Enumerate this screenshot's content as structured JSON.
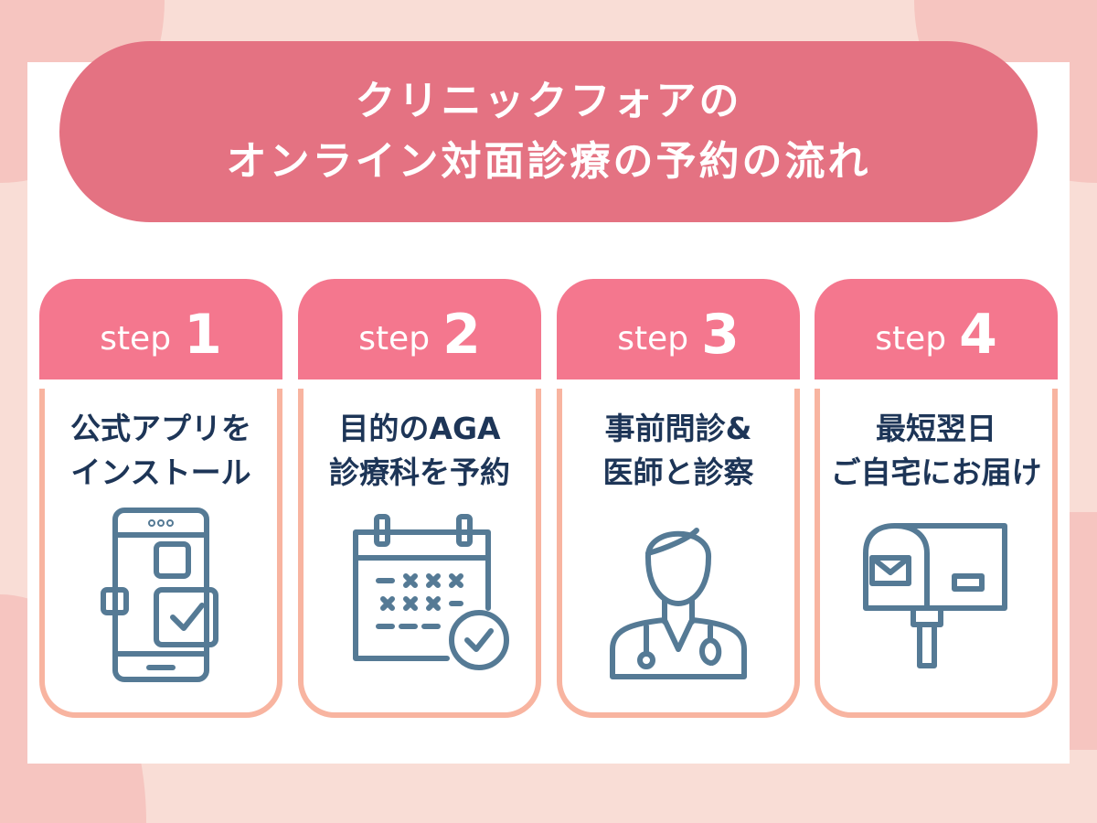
{
  "title": {
    "line1": "クリニックフォアの",
    "line2": "オンライン対面診療の予約の流れ"
  },
  "steps": [
    {
      "label": "step",
      "number": "1",
      "line1": "公式アプリを",
      "line2": "インストール",
      "icon": "smartphone-icon"
    },
    {
      "label": "step",
      "number": "2",
      "line1": "目的のAGA",
      "line2": "診療科を予約",
      "icon": "calendar-check-icon"
    },
    {
      "label": "step",
      "number": "3",
      "line1": "事前問診&",
      "line2": "医師と診察",
      "icon": "doctor-icon"
    },
    {
      "label": "step",
      "number": "4",
      "line1": "最短翌日",
      "line2": "ご自宅にお届け",
      "icon": "mailbox-icon"
    }
  ],
  "colors": {
    "header": "#f4778e",
    "title": "#e47282",
    "border": "#f8b4a0",
    "text": "#1d3557",
    "icon": "#557a95"
  }
}
